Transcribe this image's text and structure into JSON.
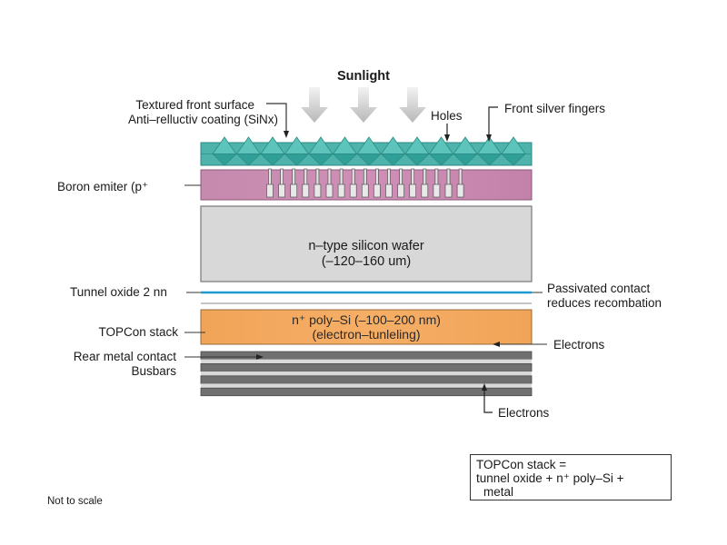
{
  "diagram": {
    "title": "TOPCon solar cell cross-section",
    "sunlight_label": "Sunlight",
    "labels": {
      "textured_front_line1": "Textured front surface",
      "textured_front_line2": "Anti–relluctiv coating (SiNx)",
      "holes": "Holes",
      "front_silver_fingers": "Front silver fingers",
      "boron_emitter": "Boron emiter (p⁺",
      "tunnel_oxide": "Tunnel oxide 2 nn",
      "passivated_line1": "Passivated contact",
      "passivated_line2": "reduces recombation",
      "topcon_stack": "TOPCon stack",
      "rear_metal_contact": "Rear metal contact",
      "busbars": "Busbars",
      "electrons_upper": "Electrons",
      "electrons_lower": "Electrons",
      "not_to_scale": "Not to scale"
    },
    "layers": [
      {
        "id": "arc-coating",
        "name": "Textured anti-reflective coating (SiNx)",
        "color": "#4fb8b0"
      },
      {
        "id": "boron-emitter",
        "name": "Boron emitter (p+)",
        "color": "#c485ad"
      },
      {
        "id": "silicon-wafer",
        "name": "n-type silicon wafer",
        "text_line1": "n–type silicon wafer",
        "text_line2": "(–120–160 um)",
        "color": "#d6d6d6"
      },
      {
        "id": "tunnel-oxide",
        "name": "Tunnel oxide",
        "color": "#1f9ad1"
      },
      {
        "id": "poly-si",
        "name": "n+ poly-Si",
        "text_line1": "n⁺ poly–Si (–100–200 nm)",
        "text_line2": "(electron–tunleling)",
        "color": "#f2a65a"
      },
      {
        "id": "rear-metal",
        "name": "Rear metal contact",
        "color": "#6e6e6e",
        "strip_count": 4
      }
    ],
    "finger_count": 17,
    "sun_arrow_count": 3,
    "legend_box": {
      "line1": "TOPCon stack =",
      "line2": "tunnel oxide + n⁺ poly–Si +",
      "line3": "metal"
    }
  }
}
